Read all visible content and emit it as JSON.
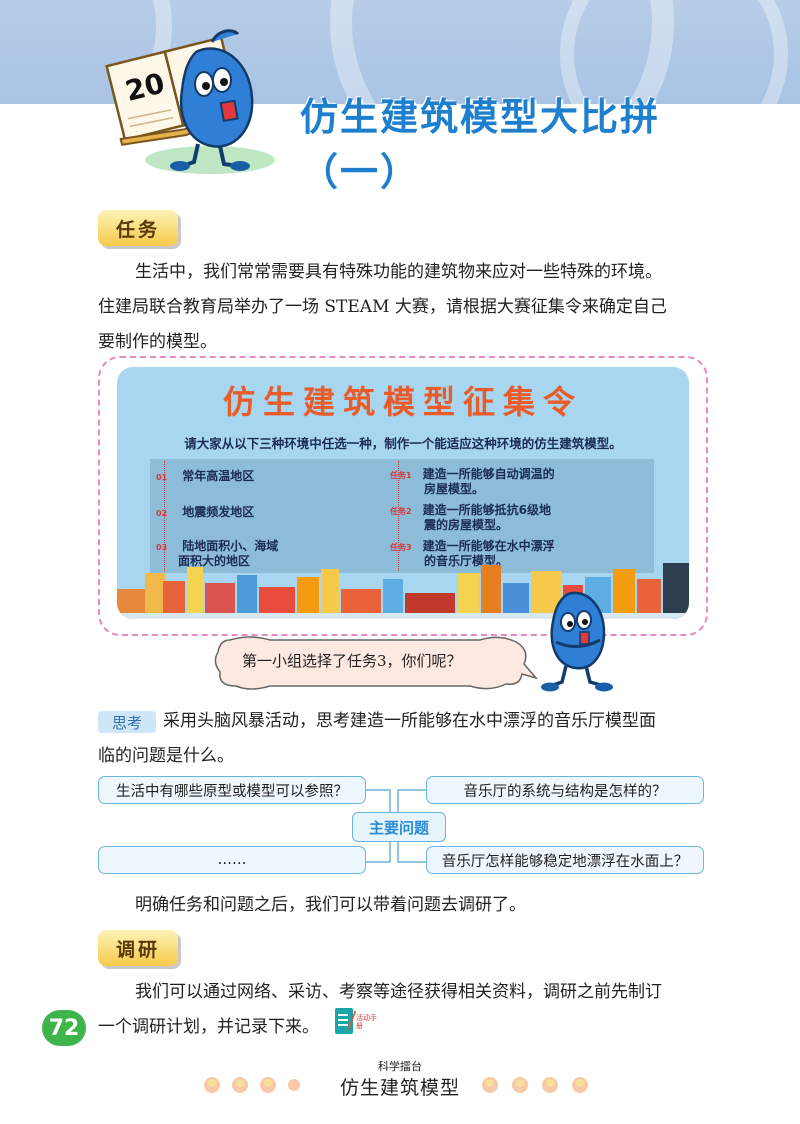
{
  "header": {
    "title": "仿生建筑模型大比拼（一）",
    "badge_number": "20"
  },
  "task": {
    "tab_label": "任务",
    "paragraph_line1": "生活中，我们常常需要具有特殊功能的建筑物来应对一些特殊的环境。",
    "paragraph_line2": "住建局联合教育局举办了一场 STEAM 大赛，请根据大赛征集令来确定自己",
    "paragraph_line3": "要制作的模型。"
  },
  "poster": {
    "title": "仿生建筑模型征集令",
    "subtitle": "请大家从以下三种环境中任选一种，制作一个能适应这种环境的仿生建筑模型。",
    "environments": [
      {
        "num": "01",
        "text_line1": "常年高温地区",
        "text_line2": ""
      },
      {
        "num": "02",
        "text_line1": "地震频发地区",
        "text_line2": ""
      },
      {
        "num": "03",
        "text_line1": "陆地面积小、海域",
        "text_line2": "面积大的地区"
      }
    ],
    "tasks": [
      {
        "label": "任务1",
        "text_line1": "建造一所能够自动调温的",
        "text_line2": "房屋模型。"
      },
      {
        "label": "任务2",
        "text_line1": "建造一所能够抵抗6级地",
        "text_line2": "震的房屋模型。"
      },
      {
        "label": "任务3",
        "text_line1": "建造一所能够在水中漂浮",
        "text_line2": "的音乐厅模型。"
      }
    ]
  },
  "bubble": {
    "text": "第一小组选择了任务3，你们呢？"
  },
  "think": {
    "tag": "思考",
    "line1": "采用头脑风暴活动，思考建造一所能够在水中漂浮的音乐厅模型面",
    "line2": "临的问题是什么。"
  },
  "mindmap": {
    "center": "主要问题",
    "top_left": "生活中有哪些原型或模型可以参照？",
    "bottom_left": "……",
    "top_right": "音乐厅的系统与结构是怎样的？",
    "bottom_right": "音乐厅怎样能够稳定地漂浮在水面上？"
  },
  "after_map": "明确任务和问题之后，我们可以带着问题去调研了。",
  "research": {
    "tab_label": "调研",
    "line1": "我们可以通过网络、采访、考察等途径获得相关资料，调研之前先制订",
    "line2": "一个调研计划，并记录下来。",
    "handbook_icon_label": "活动手册"
  },
  "page_number": "72",
  "footer": {
    "small_text": "科学擂台",
    "big_text": "仿生建筑模型"
  },
  "colors": {
    "title_blue": "#1e7fcf",
    "poster_title_orange": "#ea5b2a",
    "page_number_green": "#3db54a",
    "tab_yellow": "#f6c94a"
  }
}
